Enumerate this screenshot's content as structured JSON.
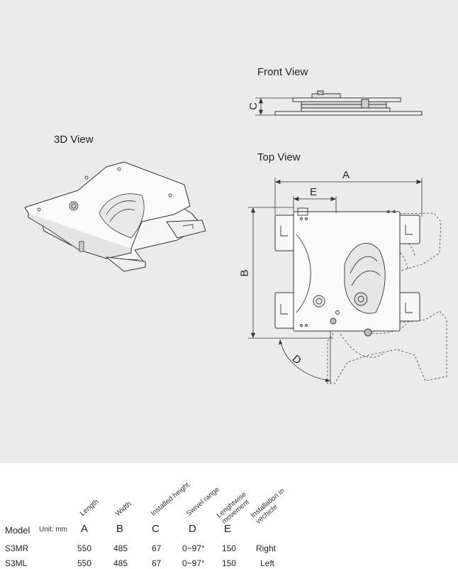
{
  "views": {
    "front_title": "Front View",
    "view3d_title": "3D View",
    "top_title": "Top View"
  },
  "dimension_letters": {
    "a": "A",
    "b": "B",
    "c": "C",
    "d": "D",
    "e": "E"
  },
  "table": {
    "header_model": "Model",
    "unit": "Unit: mm",
    "columns": [
      {
        "letter": "A",
        "label": "Length"
      },
      {
        "letter": "B",
        "label": "Width"
      },
      {
        "letter": "C",
        "label": "Installed height"
      },
      {
        "letter": "D",
        "label": "Swivel range"
      },
      {
        "letter": "E",
        "label": "Lenghtwise movement"
      },
      {
        "letter": "",
        "label": "Installation in vechicle"
      }
    ],
    "rows": [
      {
        "model": "S3MR",
        "a": "550",
        "b": "485",
        "c": "67",
        "d": "0~97°",
        "e": "150",
        "install": "Right"
      },
      {
        "model": "S3ML",
        "a": "550",
        "b": "485",
        "c": "67",
        "d": "0~97°",
        "e": "150",
        "install": "Left"
      }
    ]
  }
}
